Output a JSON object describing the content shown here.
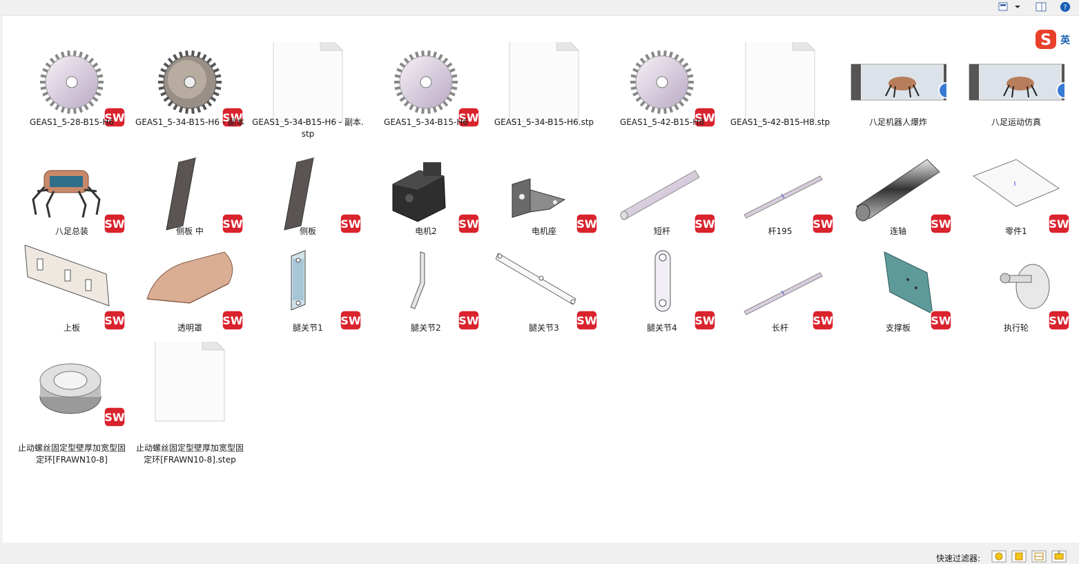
{
  "files": [
    {
      "name": "GEAS1_5-28-B15-H6",
      "type": "gear-light"
    },
    {
      "name": "GEAS1_5-34-B15-H6 - 副本",
      "type": "gear-dark"
    },
    {
      "name": "GEAS1_5-34-B15-H6 - 副本.stp",
      "type": "blank"
    },
    {
      "name": "GEAS1_5-34-B15-H6",
      "type": "gear-light"
    },
    {
      "name": "GEAS1_5-34-B15-H6.stp",
      "type": "blank"
    },
    {
      "name": "GEAS1_5-42-B15-H8",
      "type": "gear-light"
    },
    {
      "name": "GEAS1_5-42-B15-H8.stp",
      "type": "blank"
    },
    {
      "name": "八足机器人爆炸",
      "type": "video"
    },
    {
      "name": "八足运动仿真",
      "type": "video"
    },
    {
      "name": "八足总装",
      "type": "assembly"
    },
    {
      "name": "侧板 中",
      "type": "side-plate"
    },
    {
      "name": "侧板",
      "type": "side-plate"
    },
    {
      "name": "电机2",
      "type": "motor"
    },
    {
      "name": "电机座",
      "type": "motor-mount"
    },
    {
      "name": "短杆",
      "type": "rod-thick"
    },
    {
      "name": "杆195",
      "type": "rod-thin"
    },
    {
      "name": "连轴",
      "type": "shaft"
    },
    {
      "name": "零件1",
      "type": "plate-flat"
    },
    {
      "name": "上板",
      "type": "top-plate"
    },
    {
      "name": "透明罩",
      "type": "cover"
    },
    {
      "name": "腿关节1",
      "type": "leg-joint1"
    },
    {
      "name": "腿关节2",
      "type": "leg-joint2"
    },
    {
      "name": "腿关节3",
      "type": "leg-joint3"
    },
    {
      "name": "腿关节4",
      "type": "leg-joint4"
    },
    {
      "name": "长杆",
      "type": "rod-thin"
    },
    {
      "name": "支撑板",
      "type": "support-plate"
    },
    {
      "name": "执行轮",
      "type": "wheel"
    },
    {
      "name": "止动螺丝固定型壁厚加宽型固定环[FRAWN10-8]",
      "type": "collar"
    },
    {
      "name": "止动螺丝固定型壁厚加宽型固定环[FRAWN10-8].step",
      "type": "blank"
    }
  ],
  "ime": {
    "label": "英"
  },
  "filter": {
    "label": "快速过滤器:"
  },
  "colors": {
    "sw_red": "#d9232d",
    "accent_blue": "#1a73e8"
  }
}
